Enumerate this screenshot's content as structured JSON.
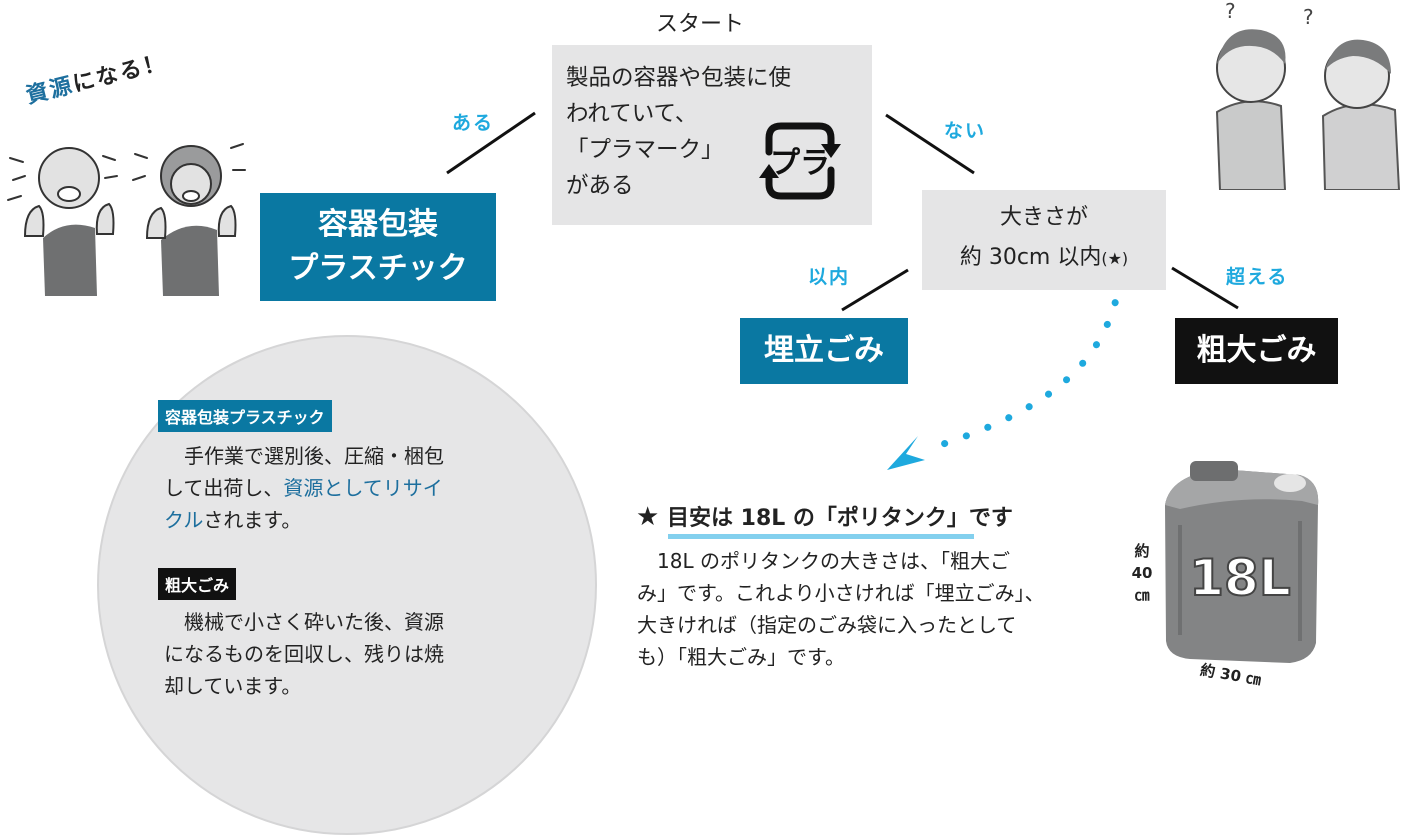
{
  "start": {
    "label": "スタート",
    "question_lines": [
      "製品の容器や包装に使",
      "われていて、",
      "「プラマーク」",
      "がある"
    ],
    "icon": "pla-recycle-mark-icon"
  },
  "branches": {
    "yes": "ある",
    "no": "ない",
    "within": "以内",
    "over": "超える"
  },
  "size_question": {
    "line1": "大きさが",
    "line2": "約 30cm 以内",
    "star": "(★)"
  },
  "results": {
    "plastic_line1": "容器包装",
    "plastic_line2": "プラスチック",
    "landfill": "埋立ごみ",
    "oversized": "粗大ごみ"
  },
  "shigen": {
    "em": "資源",
    "rest": "になる！"
  },
  "circle": {
    "plastic_tag": "容器包装プラスチック",
    "plastic_line1": "手作業で選別後、圧縮・梱包",
    "plastic_line2_a": "して出荷し、",
    "plastic_line2_link": "資源としてリサイ",
    "plastic_line3_link": "クル",
    "plastic_line3_b": "されます。",
    "oversized_tag": "粗大ごみ",
    "oversized_lines": [
      "機械で小さく砕いた後、資源",
      "になるものを回収し、残りは焼",
      "却しています。"
    ]
  },
  "note": {
    "star": "★",
    "title": "目安は 18L の「ポリタンク」です",
    "lines": [
      "18L のポリタンクの大きさは、「粗大ご",
      "み」です。これより小さければ「埋立ごみ」、",
      "大きければ（指定のごみ袋に入ったとして",
      "も）「粗大ごみ」です。"
    ]
  },
  "tank": {
    "label": "18L",
    "height_lines": [
      "約",
      "40",
      "㎝"
    ],
    "width_label": "約 30 ㎝"
  },
  "colors": {
    "accent_blue": "#1ea9de",
    "box_blue": "#0a78a2",
    "box_black": "#111111",
    "question_gray": "#e5e5e6",
    "link_blue": "#1d6f9e"
  }
}
